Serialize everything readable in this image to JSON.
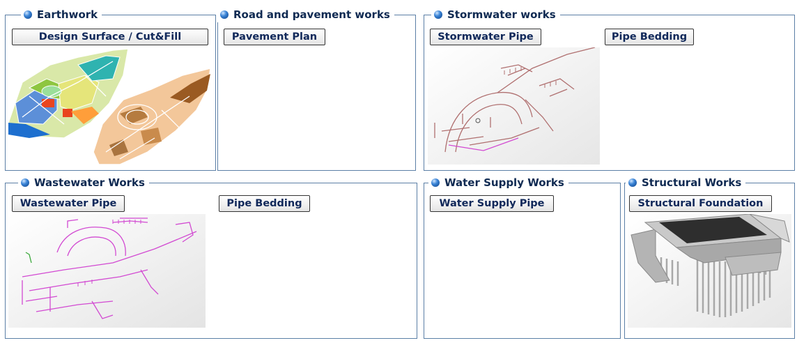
{
  "sections": {
    "earthwork": {
      "title": "Earthwork",
      "subs": [
        "Design Surface / Cut&Fill"
      ]
    },
    "road": {
      "title": "Road and pavement works",
      "subs": [
        "Pavement Plan"
      ]
    },
    "stormwater": {
      "title": "Stormwater works",
      "subs": [
        "Stormwater Pipe",
        "Pipe Bedding"
      ]
    },
    "wastewater": {
      "title": "Wastewater Works",
      "subs": [
        "Wastewater Pipe",
        "Pipe Bedding"
      ]
    },
    "water": {
      "title": "Water Supply Works",
      "subs": [
        "Water Supply Pipe"
      ]
    },
    "structural": {
      "title": "Structural Works",
      "subs": [
        "Structural Foundation"
      ]
    }
  },
  "icons": {
    "bullet": "globe-bullet-icon"
  },
  "colors": {
    "border": "#5b7fa6",
    "title": "#0f2a52",
    "wastewater": "#d24ad2",
    "water_supply": "#2a2ab0",
    "stormwater": "#b07070"
  }
}
